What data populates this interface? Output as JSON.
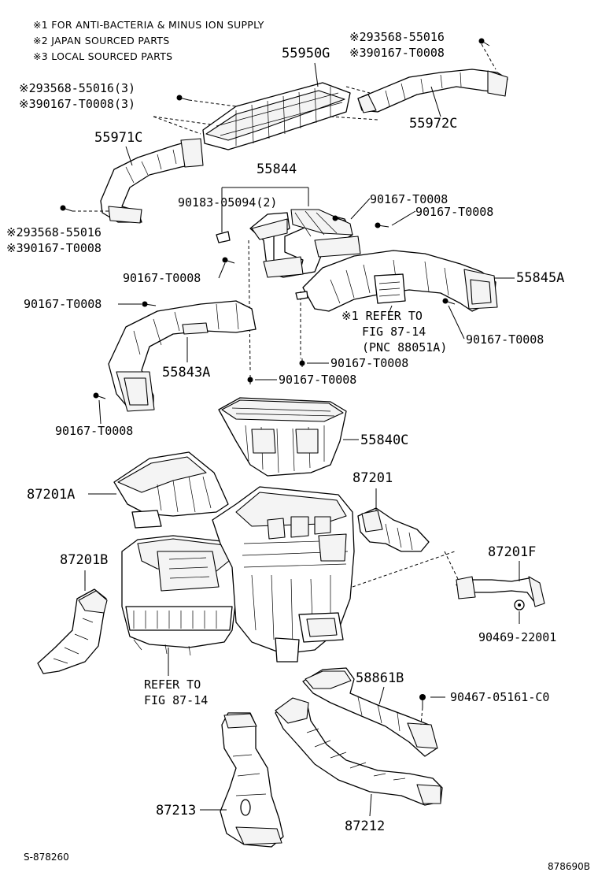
{
  "notes": [
    "※1 FOR ANTI-BACTERIA & MINUS ION SUPPLY",
    "※2 JAPAN SOURCED PARTS",
    "※3 LOCAL SOURCED PARTS"
  ],
  "labels": {
    "p55950G": "55950G",
    "n1_1": "※293568-55016",
    "n1_2": "※390167-T0008",
    "n2_1": "※293568-55016(3)",
    "n2_2": "※390167-T0008(3)",
    "p55972C": "55972C",
    "p55971C": "55971C",
    "p55844": "55844",
    "n_90183": "90183-05094(2)",
    "n_90167a": "90167-T0008",
    "n_90167b": "90167-T0008",
    "n3_1": "※293568-55016",
    "n3_2": "※390167-T0008",
    "n_90167c": "90167-T0008",
    "p55845A": "55845A",
    "n_90167d": "90167-T0008",
    "ref1_1": "※1 REFER TO",
    "ref1_2": "FIG 87-14",
    "ref1_3": "(PNC 88051A)",
    "n_90167e": "90167-T0008",
    "p55843A": "55843A",
    "n_90167f": "90167-T0008",
    "n_90167g": "90167-T0008",
    "n_90167h": "90167-T0008",
    "p55840C": "55840C",
    "p87201A": "87201A",
    "p87201": "87201",
    "p87201B": "87201B",
    "p87201F": "87201F",
    "n_90469": "90469-22001",
    "ref2_1": "REFER TO",
    "ref2_2": "FIG 87-14",
    "p58861B": "58861B",
    "n_90467": "90467-05161-C0",
    "p87213": "87213",
    "p87212": "87212",
    "footer_left": "S-878260",
    "footer_right": "878690B"
  }
}
